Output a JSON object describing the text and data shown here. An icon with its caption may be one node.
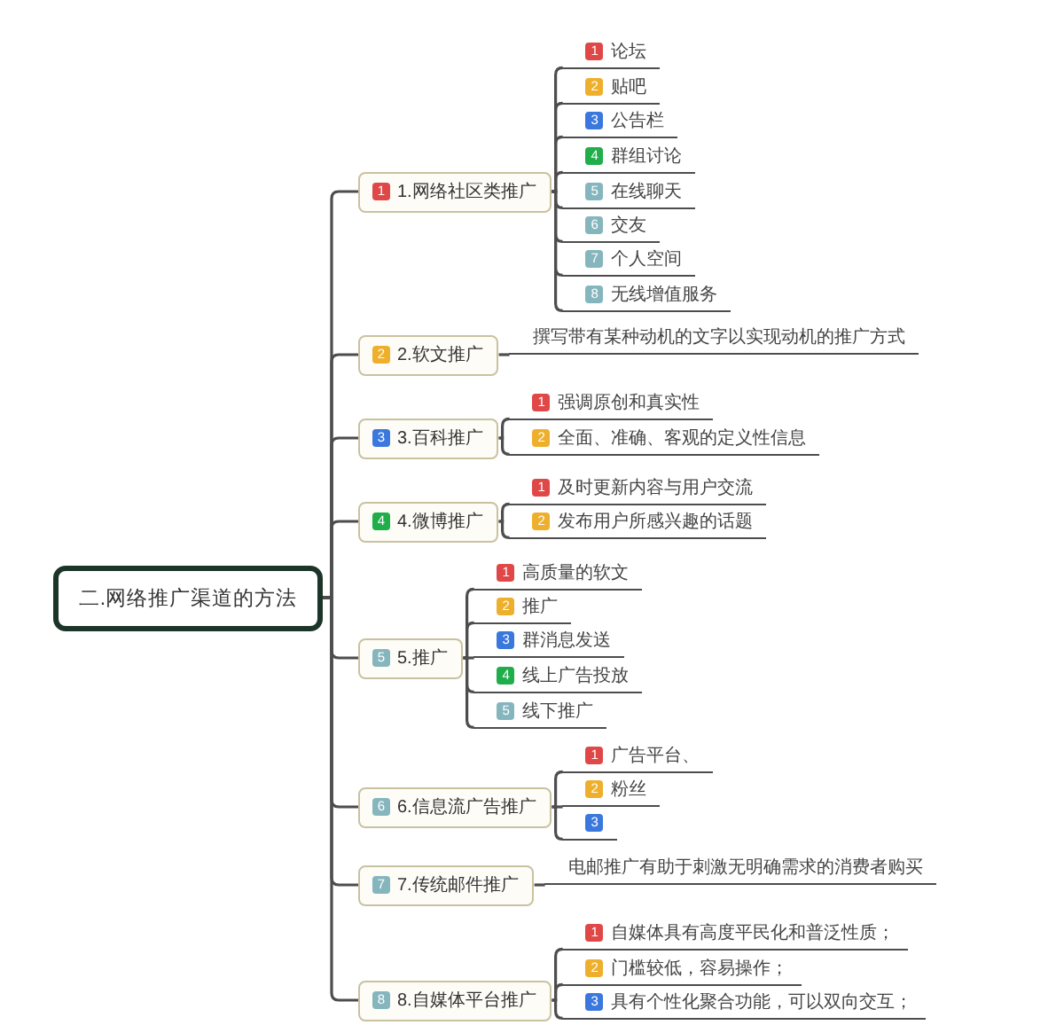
{
  "diagram": {
    "nodes": [
      {
        "text": [
          "二.网络推广渠道的方法"
        ]
      },
      {
        "text": [
          "1",
          "1.网络社区类推广"
        ]
      },
      {
        "text": [
          "1",
          "论坛"
        ]
      },
      {
        "text": [
          "2",
          "贴吧"
        ]
      },
      {
        "text": [
          "3",
          "公告栏"
        ]
      },
      {
        "text": [
          "4",
          "群组讨论"
        ]
      },
      {
        "text": [
          "5",
          "在线聊天"
        ]
      },
      {
        "text": [
          "6",
          "交友"
        ]
      },
      {
        "text": [
          "7",
          "个人空间"
        ]
      },
      {
        "text": [
          "8",
          "无线增值服务"
        ]
      },
      {
        "text": [
          "2",
          "2.软文推广"
        ]
      },
      {
        "text": [
          "撰写带有某种动机的文字以实现动机的推广方式"
        ]
      },
      {
        "text": [
          "3",
          "3.百科推广"
        ]
      },
      {
        "text": [
          "1",
          "强调原创和真实性"
        ]
      },
      {
        "text": [
          "2",
          "全面、准确、客观的定义性信息"
        ]
      },
      {
        "text": [
          "4",
          "4.微博推广"
        ]
      },
      {
        "text": [
          "1",
          "及时更新内容与用户交流"
        ]
      },
      {
        "text": [
          "2",
          "发布用户所感兴趣的话题"
        ]
      },
      {
        "text": [
          "5",
          "5.推广"
        ]
      },
      {
        "text": [
          "1",
          "高质量的软文"
        ]
      },
      {
        "text": [
          "2",
          "推广"
        ]
      },
      {
        "text": [
          "3",
          "群消息发送"
        ]
      },
      {
        "text": [
          "4",
          "线上广告投放"
        ]
      },
      {
        "text": [
          "5",
          "线下推广"
        ]
      },
      {
        "text": [
          "6",
          "6.信息流广告推广"
        ]
      },
      {
        "text": [
          "1",
          "广告平台、"
        ]
      },
      {
        "text": [
          "2",
          "粉丝"
        ]
      },
      {
        "text": [
          "3"
        ]
      },
      {
        "text": [
          "7",
          "7.传统邮件推广"
        ]
      },
      {
        "text": [
          "电邮推广有助于刺激无明确需求的消费者购买"
        ]
      },
      {
        "text": [
          "8",
          "8.自媒体平台推广"
        ]
      },
      {
        "text": [
          "1",
          "自媒体具有高度平民化和普泛性质；"
        ]
      },
      {
        "text": [
          "2",
          "门槛较低，容易操作；"
        ]
      },
      {
        "text": [
          "3",
          "具有个性化聚合功能，可以双向交互；"
        ]
      }
    ],
    "edges": [
      {
        "from": 0,
        "to": 1,
        "arrow": "none"
      },
      {
        "from": 1,
        "to": 2,
        "arrow": "none"
      },
      {
        "from": 1,
        "to": 3,
        "arrow": "none"
      },
      {
        "from": 1,
        "to": 4,
        "arrow": "none"
      },
      {
        "from": 1,
        "to": 5,
        "arrow": "none"
      },
      {
        "from": 1,
        "to": 6,
        "arrow": "none"
      },
      {
        "from": 1,
        "to": 7,
        "arrow": "none"
      },
      {
        "from": 1,
        "to": 8,
        "arrow": "none"
      },
      {
        "from": 1,
        "to": 9,
        "arrow": "none"
      },
      {
        "from": 0,
        "to": 10,
        "arrow": "none"
      },
      {
        "from": 10,
        "to": 11,
        "arrow": "none"
      },
      {
        "from": 0,
        "to": 12,
        "arrow": "none"
      },
      {
        "from": 12,
        "to": 13,
        "arrow": "none"
      },
      {
        "from": 12,
        "to": 14,
        "arrow": "none"
      },
      {
        "from": 0,
        "to": 15,
        "arrow": "none"
      },
      {
        "from": 15,
        "to": 16,
        "arrow": "none"
      },
      {
        "from": 15,
        "to": 17,
        "arrow": "none"
      },
      {
        "from": 0,
        "to": 18,
        "arrow": "none"
      },
      {
        "from": 18,
        "to": 19,
        "arrow": "none"
      },
      {
        "from": 18,
        "to": 20,
        "arrow": "none"
      },
      {
        "from": 18,
        "to": 21,
        "arrow": "none"
      },
      {
        "from": 18,
        "to": 22,
        "arrow": "none"
      },
      {
        "from": 18,
        "to": 23,
        "arrow": "none"
      },
      {
        "from": 0,
        "to": 24,
        "arrow": "none"
      },
      {
        "from": 24,
        "to": 25,
        "arrow": "none"
      },
      {
        "from": 24,
        "to": 26,
        "arrow": "none"
      },
      {
        "from": 24,
        "to": 27,
        "arrow": "none"
      },
      {
        "from": 0,
        "to": 28,
        "arrow": "none"
      },
      {
        "from": 28,
        "to": 29,
        "arrow": "none"
      },
      {
        "from": 0,
        "to": 30,
        "arrow": "none"
      },
      {
        "from": 30,
        "to": 31,
        "arrow": "none"
      },
      {
        "from": 30,
        "to": 32,
        "arrow": "none"
      },
      {
        "from": 30,
        "to": 33,
        "arrow": "none"
      }
    ]
  }
}
